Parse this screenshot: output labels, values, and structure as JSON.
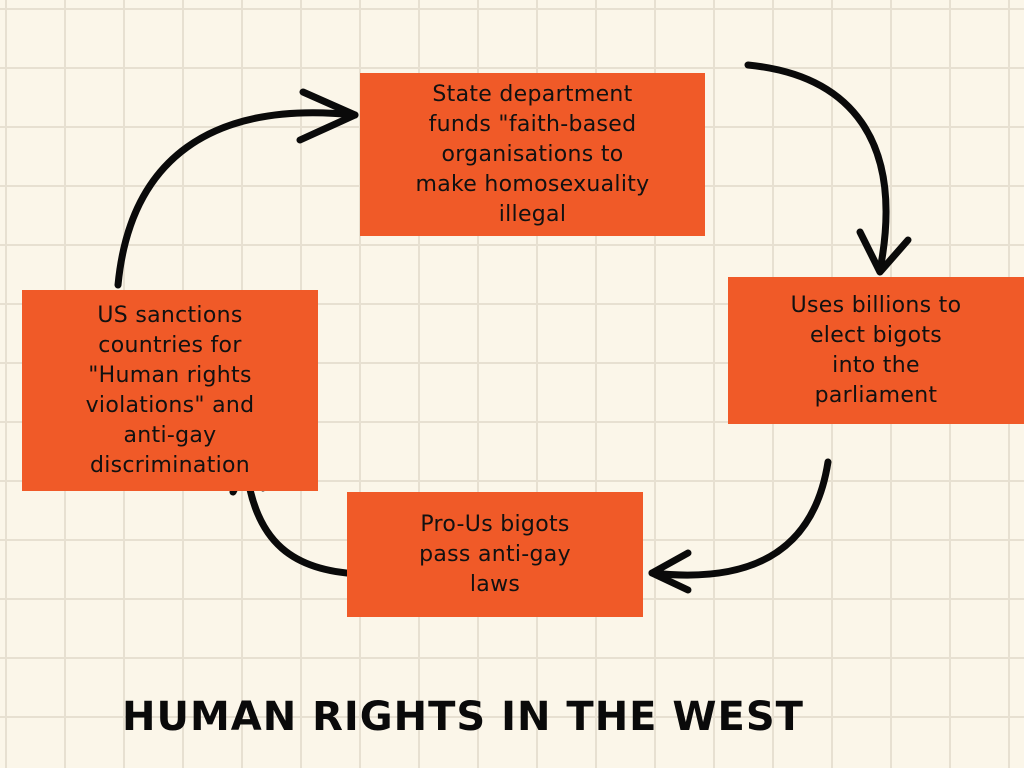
{
  "colors": {
    "background": "#fbf6e9",
    "grid": "#e7e0d1",
    "box_fill": "#f05a28",
    "text": "#111111",
    "arrow": "#0a0a0a"
  },
  "diagram": {
    "type": "cycle",
    "nodes": [
      {
        "id": "box-top",
        "text": "State department\nfunds \"faith-based\norganisations to\nmake homosexuality\nillegal"
      },
      {
        "id": "box-right",
        "text": "Uses billions to\nelect bigots\ninto the\nparliament"
      },
      {
        "id": "box-bottom",
        "text": "Pro-Us bigots\npass anti-gay\nlaws"
      },
      {
        "id": "box-left",
        "text": "US sanctions\ncountries for\n\"Human rights\nviolations\" and\nanti-gay\ndiscrimination"
      }
    ],
    "edges": [
      {
        "from": "box-top",
        "to": "box-right"
      },
      {
        "from": "box-right",
        "to": "box-bottom"
      },
      {
        "from": "box-bottom",
        "to": "box-left"
      },
      {
        "from": "box-left",
        "to": "box-top"
      }
    ]
  },
  "title": "HUMAN RIGHTS IN THE WEST"
}
